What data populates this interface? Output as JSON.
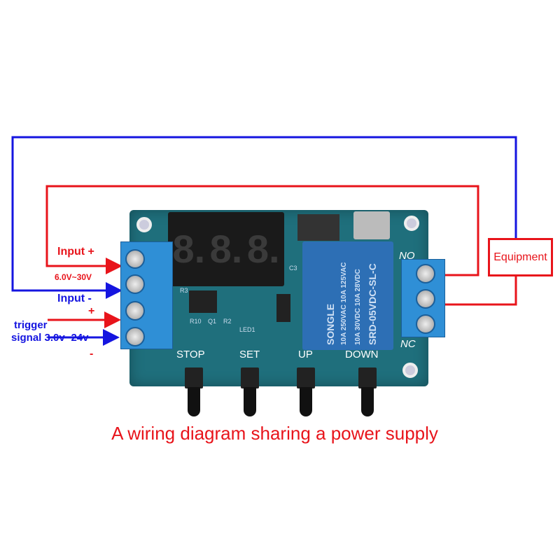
{
  "labels": {
    "input_plus": "Input +",
    "voltage_range": "6.0V~30V",
    "input_minus": "Input -",
    "trigger_plus": "+",
    "trigger_line1": "trigger",
    "trigger_line2": "signal 3.0v~24v",
    "trigger_minus": "-",
    "equipment": "Equipment",
    "caption": "A wiring diagram sharing a power supply"
  },
  "board": {
    "buttons": [
      "STOP",
      "SET",
      "UP",
      "DOWN"
    ],
    "display_digits": [
      "8.",
      "8.",
      "8."
    ],
    "relay_text": [
      "SONGLE",
      "10A 250VAC 10A 125VAC",
      "10A 30VDC 10A 28VDC",
      "SRD-05VDC-SL-C"
    ],
    "relay_terminals": {
      "no": "NO",
      "nc": "NC"
    },
    "silk": [
      "R3",
      "R10",
      "Q1",
      "R2",
      "LED1",
      "C3"
    ]
  },
  "colors": {
    "positive": "#e8141b",
    "negative": "#1515e0",
    "board": "#1f6f7c",
    "relay": "#2d6fb5"
  }
}
